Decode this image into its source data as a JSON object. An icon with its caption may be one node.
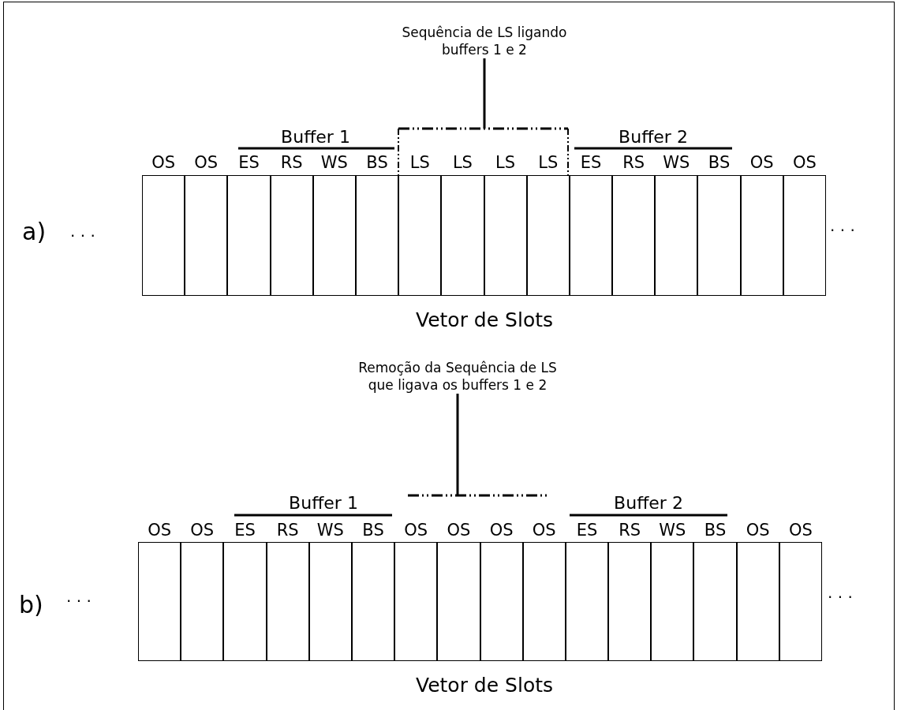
{
  "diagram": {
    "nodes": [
      {
        "text": [
          "Sequência de LS ligando buffers 1 e 2"
        ]
      },
      {
        "text": [],
        "shape": "bracket"
      },
      {
        "text": [
          "OS"
        ]
      },
      {
        "text": [
          "OS"
        ]
      },
      {
        "text": [
          "ES"
        ]
      },
      {
        "text": [
          "RS"
        ]
      },
      {
        "text": [
          "WS"
        ]
      },
      {
        "text": [
          "BS"
        ]
      },
      {
        "text": [
          "LS"
        ]
      },
      {
        "text": [
          "LS"
        ]
      },
      {
        "text": [
          "LS"
        ]
      },
      {
        "text": [
          "LS"
        ]
      },
      {
        "text": [
          "ES"
        ]
      },
      {
        "text": [
          "RS"
        ]
      },
      {
        "text": [
          "WS"
        ]
      },
      {
        "text": [
          "BS"
        ]
      },
      {
        "text": [
          "OS"
        ]
      },
      {
        "text": [
          "OS"
        ]
      },
      {
        "text": [
          "Remoção da Sequência de LS que ligava os buffers 1 e 2"
        ]
      },
      {
        "text": [],
        "shape": "bracket"
      },
      {
        "text": [
          "OS"
        ]
      },
      {
        "text": [
          "OS"
        ]
      },
      {
        "text": [
          "ES"
        ]
      },
      {
        "text": [
          "RS"
        ]
      },
      {
        "text": [
          "WS"
        ]
      },
      {
        "text": [
          "BS"
        ]
      },
      {
        "text": [
          "OS"
        ]
      },
      {
        "text": [
          "OS"
        ]
      },
      {
        "text": [
          "OS"
        ]
      },
      {
        "text": [
          "OS"
        ]
      },
      {
        "text": [
          "ES"
        ]
      },
      {
        "text": [
          "RS"
        ]
      },
      {
        "text": [
          "WS"
        ]
      },
      {
        "text": [
          "BS"
        ]
      },
      {
        "text": [
          "OS"
        ]
      },
      {
        "text": [
          "OS"
        ]
      }
    ],
    "edges": [
      {
        "from": 0,
        "to": 1,
        "arrow": "none"
      },
      {
        "from": 18,
        "to": 19,
        "arrow": "none"
      }
    ],
    "labels": [
      "Buffer 1",
      "Buffer 2",
      "a)",
      ". . .",
      ". . .",
      "Vetor de Slots",
      "Buffer 1",
      "Buffer 2",
      "b)",
      ". . .",
      ". . .",
      "Vetor de Slots"
    ]
  }
}
